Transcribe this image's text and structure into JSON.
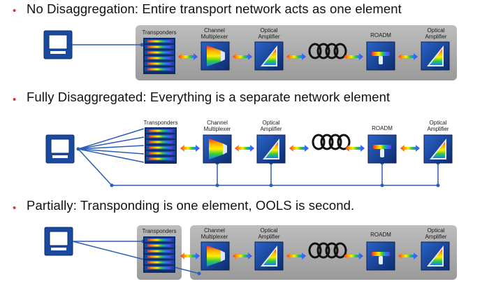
{
  "headings": [
    "No Disaggregation: Entire transport network acts as one element",
    "Fully Disaggregated: Everything is a separate network element",
    "Partially: Transponding is one element, OOLS is second."
  ],
  "bullet_glyph": "•",
  "labels": {
    "transponders": "Transponders",
    "channel_mux_line1": "Channel",
    "channel_mux_line2": "Multiplexer",
    "optical_amp_line1": "Optical",
    "optical_amp_line2": "Amplifier",
    "roadm": "ROADM"
  },
  "colors": {
    "bullet": "#e03131",
    "panel_gray": "#a9a9a9",
    "device_blue": "#1a4aa0",
    "device_dark": "#0d2c6e",
    "connector_blue": "#2a5db8"
  },
  "icons": [
    "computer-monitor-icon",
    "transponder-stack-icon",
    "multiplexer-icon",
    "amplifier-icon",
    "fiber-spool-icon",
    "roadm-icon"
  ]
}
